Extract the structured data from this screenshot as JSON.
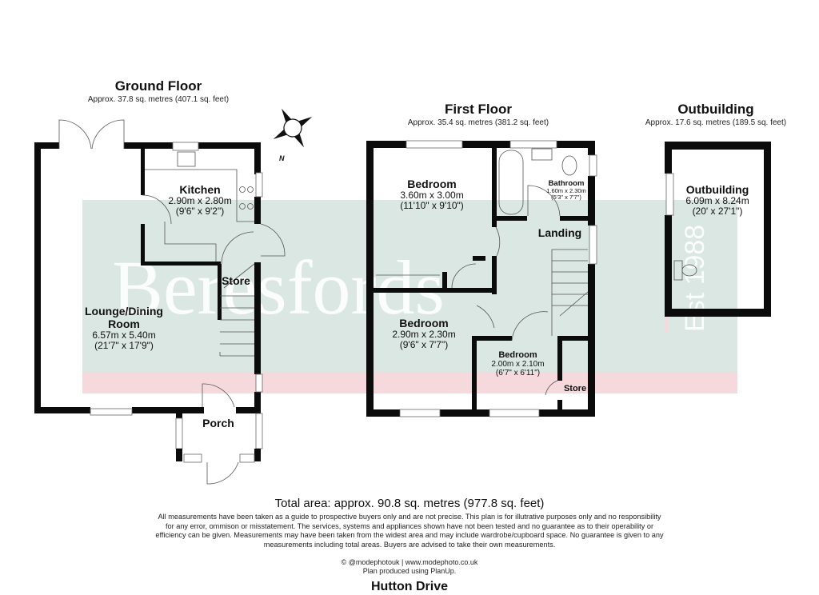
{
  "floors": [
    {
      "id": "ground",
      "title": "Ground Floor",
      "area": "Approx. 37.8 sq. metres (407.1 sq. feet)"
    },
    {
      "id": "first",
      "title": "First Floor",
      "area": "Approx. 35.4 sq. metres (381.2 sq. feet)"
    },
    {
      "id": "outbuilding",
      "title": "Outbuilding",
      "area": "Approx. 17.6 sq. metres (189.5 sq. feet)"
    }
  ],
  "rooms": {
    "kitchen": {
      "name": "Kitchen",
      "metric": "2.90m x 2.80m",
      "imperial": "(9'6\" x 9'2\")"
    },
    "lounge": {
      "name_line1": "Lounge/Dining",
      "name_line2": "Room",
      "metric": "6.57m x 5.40m",
      "imperial": "(21'7\" x 17'9\")"
    },
    "store_ground": {
      "name": "Store"
    },
    "porch": {
      "name": "Porch"
    },
    "bedroom1": {
      "name": "Bedroom",
      "metric": "3.60m x 3.00m",
      "imperial": "(11'10\" x 9'10\")"
    },
    "bathroom": {
      "name": "Bathroom",
      "metric": "1.60m x 2.30m",
      "imperial": "(5'3\" x 7'7\")"
    },
    "landing": {
      "name": "Landing"
    },
    "bedroom2": {
      "name": "Bedroom",
      "metric": "2.90m x 2.30m",
      "imperial": "(9'6\" x 7'7\")"
    },
    "bedroom3": {
      "name": "Bedroom",
      "metric": "2.00m x 2.10m",
      "imperial": "(6'7\" x 6'11\")"
    },
    "store_first": {
      "name": "Store"
    },
    "outbuilding": {
      "name": "Outbuilding",
      "metric": "6.09m x 8.24m",
      "imperial": "(20' x 27'1\")"
    }
  },
  "compass": {
    "label": "N"
  },
  "watermark": {
    "text": "Beresfords",
    "est": "Est 1988",
    "band_color": "#dbe7e2",
    "stripe_color": "#f6d9dc"
  },
  "footer": {
    "total_area": "Total area: approx. 90.8 sq. metres (977.8 sq. feet)",
    "disclaimer": "All measurements have been taken as a guide to prospective buyers only and are not precise. This plan is for illutrative purposes only and no responsibility for any error, ommison or misstatement. The services, systems and appliances shown have not been tested and no guarantee as to their operability or efficiency can be given. Measurements may have been taken from the widest area and may include wardrobe/cupboard space. No guarantee is given to any measurements including total areas. Buyers are advised to take their own measurements.",
    "credit_line1": "© @modephotouk | www.modephoto.co.uk",
    "credit_line2": "Plan produced using PlanUp.",
    "address": "Hutton Drive"
  }
}
